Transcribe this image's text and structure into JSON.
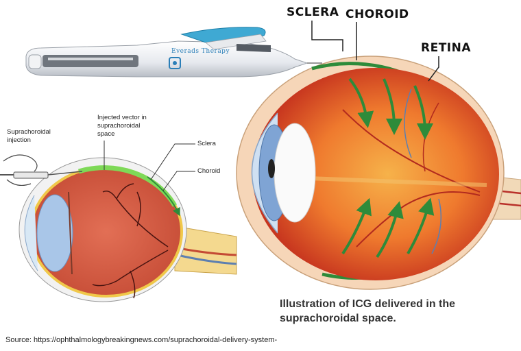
{
  "device": {
    "brand": "Everads Therapy"
  },
  "right_diagram": {
    "labels": {
      "sclera": "SCLERA",
      "choroid": "CHOROID",
      "retina": "RETINA"
    }
  },
  "left_diagram": {
    "labels": {
      "injection": [
        "Suprachoroidal",
        "injection"
      ],
      "vector": [
        "Injected vector in",
        "suprachoroidal",
        "space"
      ],
      "sclera": "Sclera",
      "choroid": "Choroid"
    }
  },
  "caption": [
    "Illustration of ICG delivered in the",
    "suprachoroidal space."
  ],
  "source": "Source: https://ophthalmologybreakingnews.com/suprachoroidal-delivery-system-",
  "colors": {
    "green": "#2e8b3a",
    "retina_red": "#d9432a",
    "sclera_peach": "#f6d6b8",
    "lens_blue": "#9cc0e6"
  }
}
